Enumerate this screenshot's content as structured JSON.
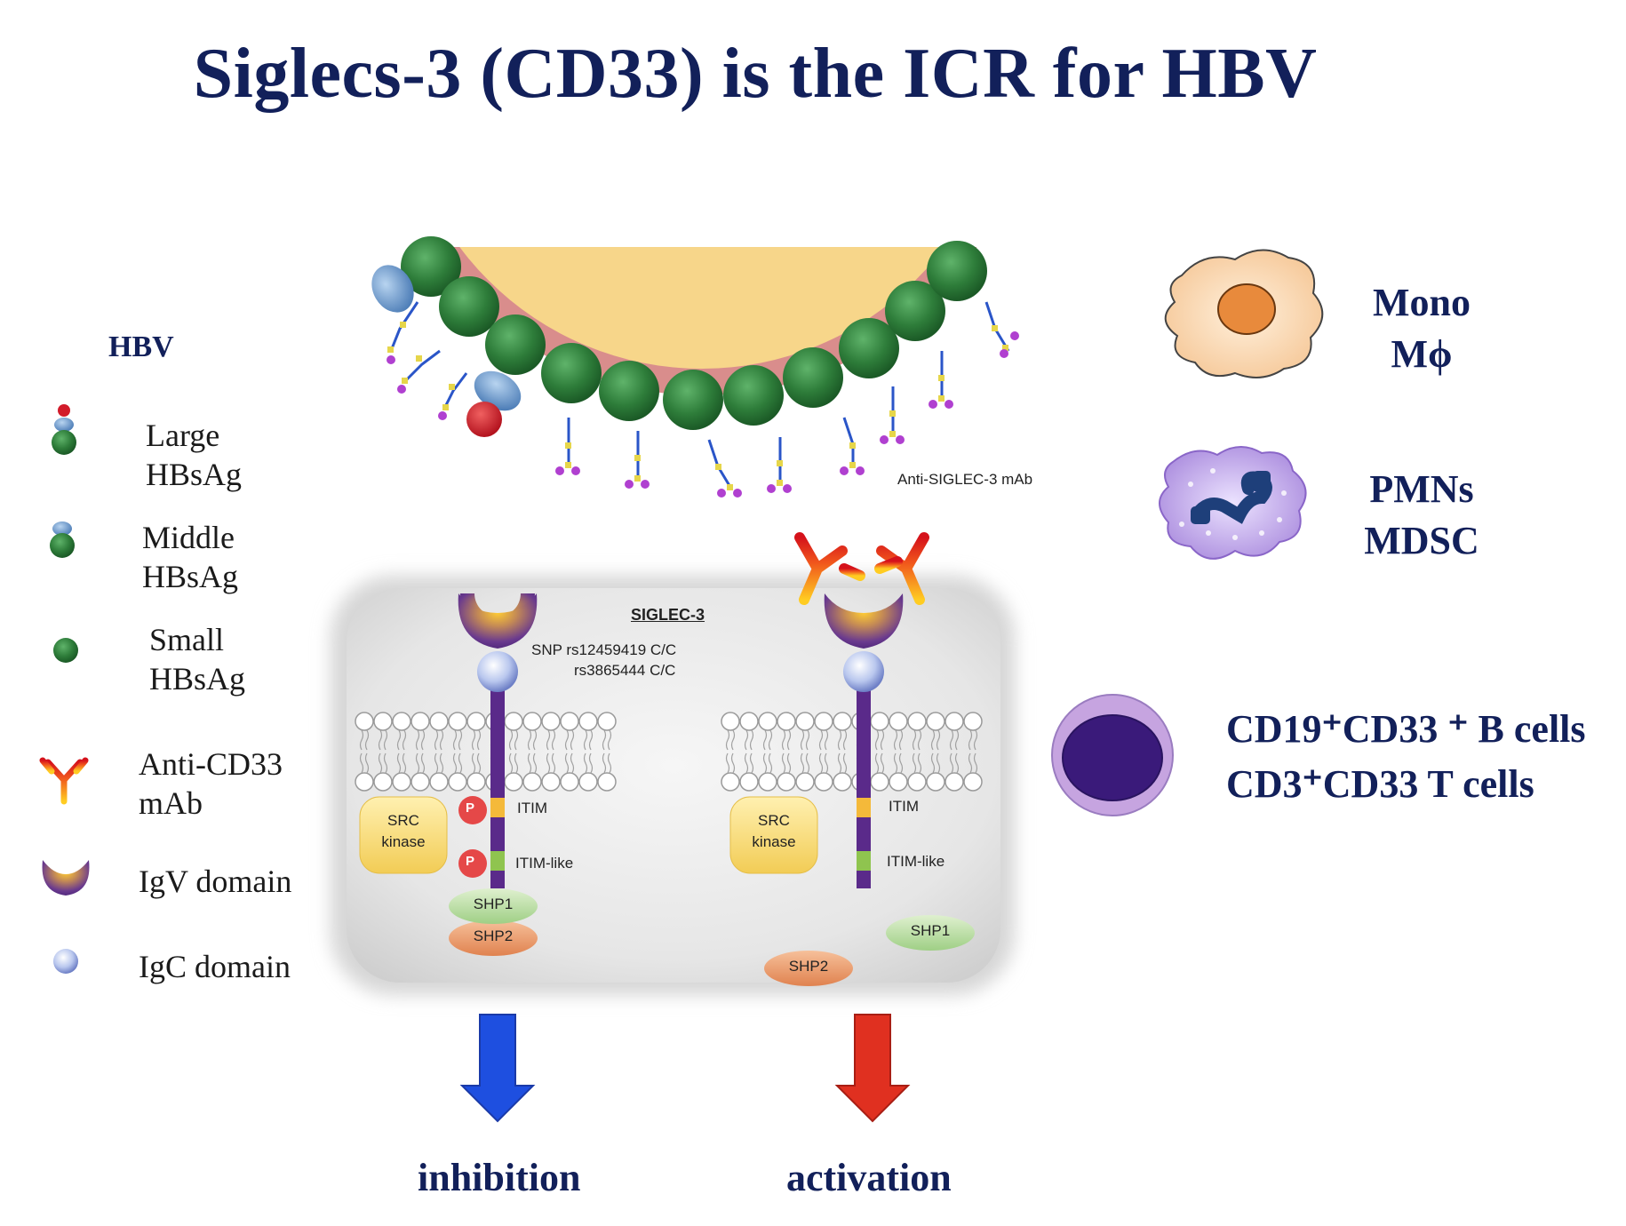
{
  "title": "Siglecs-3 (CD33) is the ICR for HBV",
  "legend": {
    "heading": "HBV",
    "items": [
      {
        "icon": "large-hbsag-icon",
        "line1": "Large",
        "line2": "HBsAg"
      },
      {
        "icon": "middle-hbsag-icon",
        "line1": "Middle",
        "line2": "HBsAg"
      },
      {
        "icon": "small-hbsag-icon",
        "line1": "Small",
        "line2": "HBsAg"
      },
      {
        "icon": "anti-cd33-mab-icon",
        "line1": "Anti-CD33",
        "line2": "mAb"
      },
      {
        "icon": "igv-domain-icon",
        "line1": "IgV domain",
        "line2": ""
      },
      {
        "icon": "igc-domain-icon",
        "line1": "IgC domain",
        "line2": ""
      }
    ]
  },
  "diagram": {
    "anti_siglec_label": "Anti-SIGLEC-3 mAb",
    "siglec_label": "SIGLEC-3",
    "snp_line1": "SNP rs12459419 C/C",
    "snp_line2": "rs3865444 C/C",
    "left": {
      "src_line1": "SRC",
      "src_line2": "kinase",
      "p_label": "P",
      "itim": "ITIM",
      "itim_like": "ITIM-like",
      "shp1": "SHP1",
      "shp2": "SHP2"
    },
    "right": {
      "src_line1": "SRC",
      "src_line2": "kinase",
      "itim": "ITIM",
      "itim_like": "ITIM-like",
      "shp1": "SHP1",
      "shp2": "SHP2"
    },
    "inhibition": "inhibition",
    "activation": "activation"
  },
  "cells": {
    "mono_line1": "Mono",
    "mono_line2": "Mϕ",
    "pmn_line1": "PMNs",
    "pmn_line2": "MDSC",
    "bt_line1": "CD19⁺CD33 ⁺ B cells",
    "bt_line2": "CD3⁺CD33 T cells"
  },
  "colors": {
    "title": "#12205a",
    "hbsag_green": "#2e7d3a",
    "inhibition_arrow": "#1e4fe0",
    "activation_arrow": "#e03020",
    "igv_purple": "#5a2a8a",
    "core_yellow": "#f7d68a"
  }
}
